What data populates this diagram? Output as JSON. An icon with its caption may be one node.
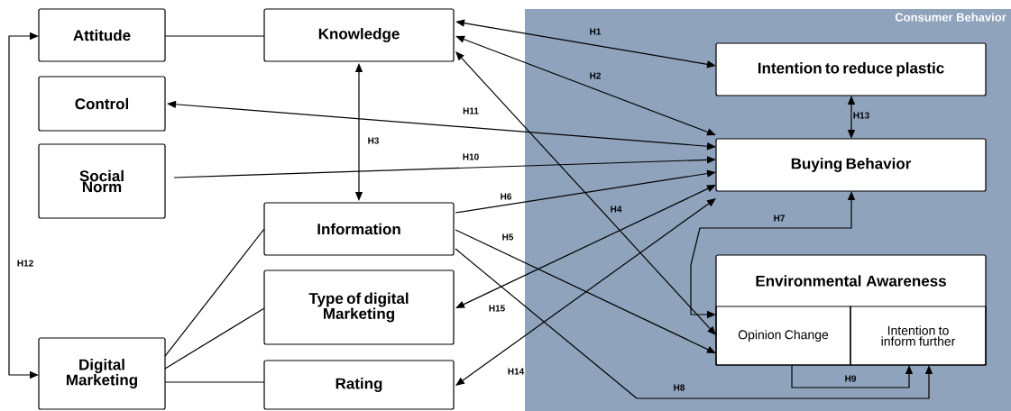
{
  "diagram": {
    "nodes": [
      {
        "text": [
          "Attitude"
        ]
      },
      {
        "text": [
          "Knowledge"
        ]
      },
      {
        "text": [
          "Control"
        ]
      },
      {
        "text": [
          "Social Norm"
        ]
      },
      {
        "text": [
          "Information"
        ]
      },
      {
        "text": [
          "Type of digital Marketing"
        ]
      },
      {
        "text": [
          "Digital Marketing"
        ]
      },
      {
        "text": [
          "Rating"
        ]
      },
      {
        "text": [
          "Consumer Behavior"
        ]
      },
      {
        "text": [
          "Intention to reduce plastic"
        ],
        "in": 8
      },
      {
        "text": [
          "Buying Behavior"
        ],
        "in": 8
      },
      {
        "text": [
          "Environmental Awareness"
        ],
        "in": 8
      },
      {
        "text": [
          "Opinion Change"
        ],
        "in": 11
      },
      {
        "text": [
          "Intention to inform further"
        ],
        "in": 11
      }
    ],
    "edges": [
      {
        "from": 0,
        "to": 1,
        "arrow": "none"
      },
      {
        "from": 6,
        "to": 0,
        "arrow": "both",
        "label": "H12"
      },
      {
        "from": 1,
        "to": 4,
        "arrow": "both",
        "label": "H3"
      },
      {
        "from": 1,
        "to": 9,
        "arrow": "both",
        "label": "H1"
      },
      {
        "from": 1,
        "to": 10,
        "arrow": "both",
        "label": "H2"
      },
      {
        "from": 1,
        "to": 12,
        "arrow": "both",
        "label": "H4"
      },
      {
        "from": 10,
        "to": 2,
        "arrow": "both",
        "label": "H11"
      },
      {
        "from": 3,
        "to": 10,
        "arrow": "to",
        "label": "H10"
      },
      {
        "from": 4,
        "to": 10,
        "arrow": "to",
        "label": "H6"
      },
      {
        "from": 4,
        "to": 12,
        "arrow": "to",
        "label": "H5"
      },
      {
        "from": 4,
        "to": 13,
        "arrow": "to",
        "label": "H8"
      },
      {
        "from": 10,
        "to": 5,
        "arrow": "both",
        "label": "H15"
      },
      {
        "from": 10,
        "to": 7,
        "arrow": "both",
        "label": "H14"
      },
      {
        "from": 12,
        "to": 10,
        "arrow": "both",
        "label": "H7"
      },
      {
        "from": 12,
        "to": 13,
        "arrow": "to",
        "label": "H9"
      },
      {
        "from": 9,
        "to": 10,
        "arrow": "both",
        "label": "H13"
      },
      {
        "from": 6,
        "to": 4,
        "arrow": "none"
      },
      {
        "from": 6,
        "to": 5,
        "arrow": "none"
      },
      {
        "from": 6,
        "to": 7,
        "arrow": "none"
      }
    ]
  }
}
